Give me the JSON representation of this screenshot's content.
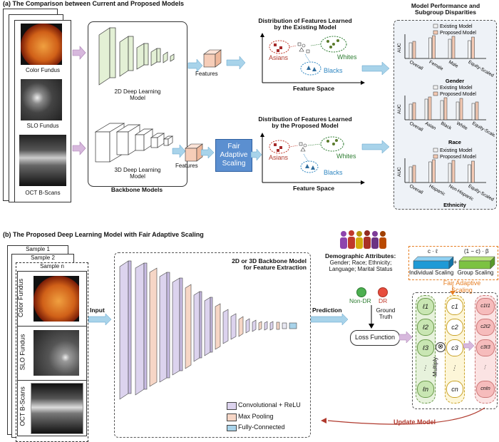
{
  "section_a": {
    "title": "(a) The Comparison between Current and Proposed Models",
    "modalities": [
      "Color Fundus",
      "SLO Fundus",
      "OCT B-Scans"
    ],
    "backbone_2d": "2D Deep Learning\nModel",
    "backbone_3d": "3D Deep Learning\nModel",
    "backbone_caption": "Backbone Models",
    "features_label": "Features",
    "fair_scaling": "Fair\nAdaptive\nScaling",
    "dist_existing_title": "Distribution of Features Learned\nby the Existing Model",
    "dist_proposed_title": "Distribution of Features Learned\nby the Proposed Model",
    "feature_space": "Feature Space",
    "groups": {
      "asians": "Asians",
      "whites": "Whites",
      "blacks": "Blacks"
    },
    "perf_title": "Model Performance and\nSubgroup Disparities",
    "legend_existing": "Existing Model",
    "legend_proposed": "Proposed Model",
    "auc_label": "AUC",
    "charts": [
      {
        "caption": "Gender",
        "categories": [
          "Overall",
          "Female",
          "Male",
          "Equity-Scaled"
        ]
      },
      {
        "caption": "Race",
        "categories": [
          "Overall",
          "Asian",
          "Black",
          "White",
          "Equity-Scaled"
        ]
      },
      {
        "caption": "Ethnicity",
        "categories": [
          "Overall",
          "Hispanic",
          "Non-Hispanic",
          "Equity-Scaled"
        ]
      }
    ]
  },
  "section_b": {
    "title": "(b) The Proposed  Deep Learning Model with Fair Adaptive Scaling",
    "samples": [
      "Sample 1",
      "Sample 2",
      "Sample n"
    ],
    "modalities": [
      "Color Fundus",
      "SLO Fundus",
      "OCT B-Scans"
    ],
    "input_label": "Input",
    "backbone_title": "2D or 3D Backbone Model\nfor Feature Extraction",
    "legend": [
      "Convolutional + ReLU",
      "Max Pooling",
      "Fully-Connected"
    ],
    "prediction_label": "Prediction",
    "demographic_title": "Demographic Attributes:",
    "demographic_list": "Gender; Race; Ethnicity;\nLanguage; Marital Status",
    "individual_formula": "c · ℓ",
    "group_formula": "(1 − c) · β",
    "individual_scaling": "Individual Scaling",
    "group_scaling": "Group Scaling",
    "plus": "+",
    "fair_scaling_label": "Fair Adaptive\nScaling",
    "non_dr": "Non-DR",
    "dr": "DR",
    "ground_truth": "Ground\nTruth",
    "loss_function": "Loss Function",
    "multiply": "Multiply",
    "loss_items": [
      "ℓ1",
      "ℓ2",
      "ℓ3",
      "⋮",
      "ℓn"
    ],
    "c_items": [
      "c1",
      "c2",
      "c3",
      "⋮",
      "cn"
    ],
    "cl_items": [
      "c1ℓ1",
      "c2ℓ2",
      "c3ℓ3",
      "⋮",
      "cnℓn"
    ],
    "update_model": "Update Model"
  },
  "colors": {
    "existing": "#f2f2f2",
    "proposed": "#f3c9b3",
    "arrow": "#a8d3ea",
    "purple_arrow": "#d7b8dd",
    "fair_box": "#5b8fd0",
    "orange": "#e67e22",
    "update": "#b03a2e"
  }
}
